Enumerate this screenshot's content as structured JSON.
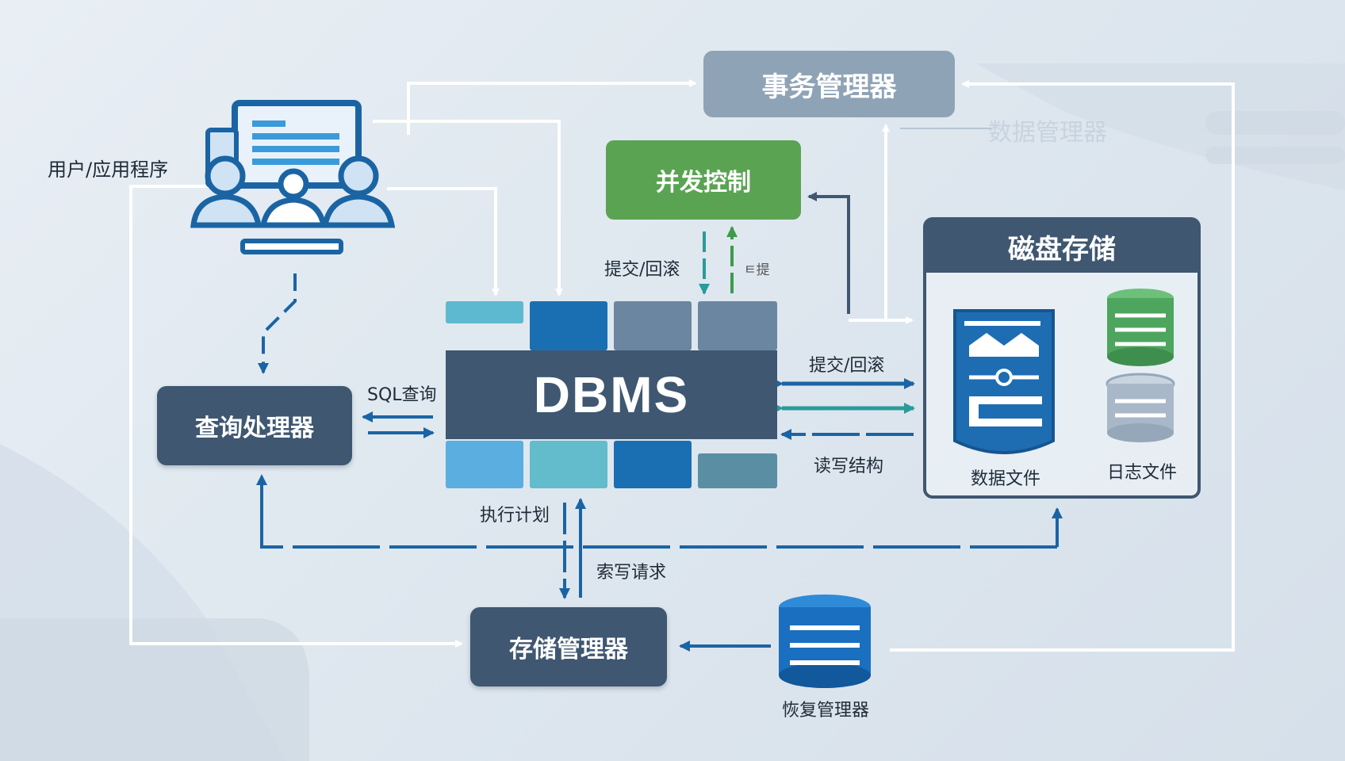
{
  "colors": {
    "dark_node": "#3f5770",
    "transaction_manager": "#8fa3b6",
    "concurrency_control": "#5aa352",
    "arrow_blue": "#1b64a4",
    "arrow_teal": "#2b9a9a",
    "connector_white": "#ffffff",
    "data_file_blue": "#1e6db3",
    "log_file_green": "#4da55e",
    "log_file_grey": "#a9b8c8",
    "recovery_blue": "#1a6fc0"
  },
  "nodes": {
    "user_app": {
      "label": "用户/应用程序",
      "icon": "users-monitor-icon"
    },
    "transaction_manager": {
      "label": "事务管理器"
    },
    "data_manager_faded": {
      "label": "数据管理器"
    },
    "concurrency_control": {
      "label": "并发控制"
    },
    "dbms": {
      "label": "DBMS"
    },
    "query_processor": {
      "label": "查询处理器"
    },
    "disk_storage": {
      "label": "磁盘存储",
      "data_file": {
        "label": "数据文件",
        "icon": "data-file-icon"
      },
      "log_file": {
        "label": "日志文件",
        "icon": "log-database-icon"
      }
    },
    "storage_manager": {
      "label": "存储管理器"
    },
    "recovery_manager": {
      "label": "恢复管理器",
      "icon": "database-cylinder-icon"
    }
  },
  "edge_labels": {
    "commit_rollback_top": "提交/回滚",
    "garbled_small": "ㅌ提",
    "commit_rollback_right": "提交/回滚",
    "read_write_structure": "读写结构",
    "sql_query": "SQL查询",
    "execution_plan": "执行计划",
    "request": "索写请求"
  }
}
